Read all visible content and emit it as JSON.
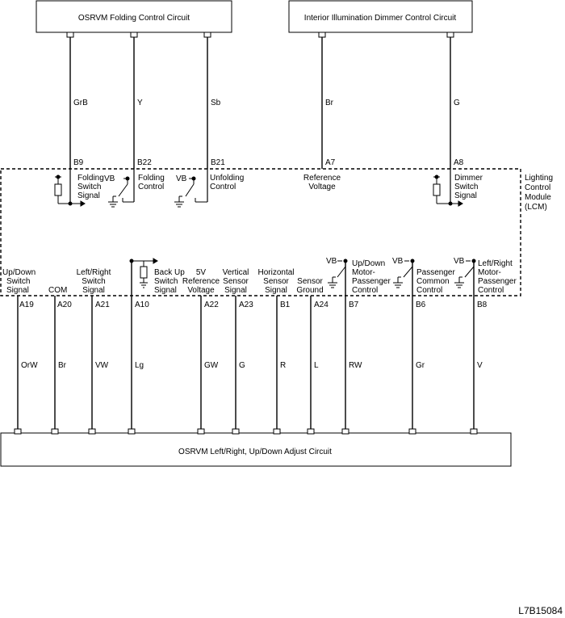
{
  "boxes": {
    "top_left": "OSRVM Folding Control Circuit",
    "top_right": "Interior Illumination Dimmer Control Circuit",
    "bottom": "OSRVM Left/Right, Up/Down Adjust Circuit"
  },
  "module_label": [
    "Lighting",
    "Control",
    "Module",
    "(LCM)"
  ],
  "top_wires": [
    {
      "color": "GrB",
      "pin": "B9"
    },
    {
      "color": "Y",
      "pin": "B22"
    },
    {
      "color": "Sb",
      "pin": "B21"
    },
    {
      "color": "Br",
      "pin": "A7"
    },
    {
      "color": "G",
      "pin": "A8"
    }
  ],
  "top_signals": [
    {
      "lines": [
        "Folding",
        "Switch",
        "Signal"
      ]
    },
    {
      "lines": [
        "Folding",
        "Control"
      ]
    },
    {
      "lines": [
        "Unfolding",
        "Control"
      ]
    },
    {
      "lines": [
        "Reference",
        "Voltage"
      ]
    },
    {
      "lines": [
        "Dimmer",
        "Switch",
        "Signal"
      ]
    }
  ],
  "bottom_wires": [
    {
      "color": "OrW",
      "pin": "A19"
    },
    {
      "color": "Br",
      "pin": "A20"
    },
    {
      "color": "VW",
      "pin": "A21"
    },
    {
      "color": "Lg",
      "pin": "A10"
    },
    {
      "color": "GW",
      "pin": "A22"
    },
    {
      "color": "G",
      "pin": "A23"
    },
    {
      "color": "R",
      "pin": "B1"
    },
    {
      "color": "L",
      "pin": "A24"
    },
    {
      "color": "RW",
      "pin": "B7"
    },
    {
      "color": "Gr",
      "pin": "B6"
    },
    {
      "color": "V",
      "pin": "B8"
    }
  ],
  "bottom_signals": [
    {
      "lines": [
        "Up/Down",
        "Switch",
        "Signal"
      ]
    },
    {
      "lines": [
        "COM"
      ]
    },
    {
      "lines": [
        "Left/Right",
        "Switch",
        "Signal"
      ]
    },
    {
      "lines": [
        "Back Up",
        "Switch",
        "Signal"
      ]
    },
    {
      "lines": [
        "5V",
        "Reference",
        "Voltage"
      ]
    },
    {
      "lines": [
        "Vertical",
        "Sensor",
        "Signal"
      ]
    },
    {
      "lines": [
        "Horizontal",
        "Sensor",
        "Signal"
      ]
    },
    {
      "lines": [
        "Sensor",
        "Ground"
      ]
    },
    {
      "lines": [
        "Up/Down",
        "Motor-",
        "Passenger",
        "Control"
      ]
    },
    {
      "lines": [
        "Passenger",
        "Common",
        "Control"
      ]
    },
    {
      "lines": [
        "Left/Right",
        "Motor-",
        "Passenger",
        "Control"
      ]
    }
  ],
  "vb_label": "VB",
  "figure_code": "L7B15084"
}
